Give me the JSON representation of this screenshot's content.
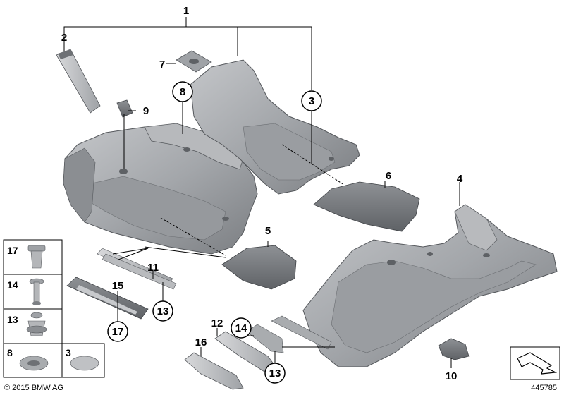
{
  "callouts": {
    "c1": "1",
    "c2": "2",
    "c3": "3",
    "c4": "4",
    "c5": "5",
    "c6": "6",
    "c7": "7",
    "c8": "8",
    "c9": "9",
    "c10": "10",
    "c11": "11",
    "c12": "12",
    "c13a": "13",
    "c13b": "13",
    "c14": "14",
    "c15": "15",
    "c16": "16",
    "c17": "17"
  },
  "legend": {
    "row1": "17",
    "row2": "14",
    "row3": "13",
    "row4a": "8",
    "row4b": "3"
  },
  "footer": {
    "copyright": "© 2015 BMW AG",
    "diagram_number": "445785"
  },
  "colors": {
    "part_fill": "#a9acaf",
    "part_dark": "#7d8084",
    "part_light": "#c9cbcd",
    "outline": "#4a4c50",
    "line": "#000000"
  }
}
